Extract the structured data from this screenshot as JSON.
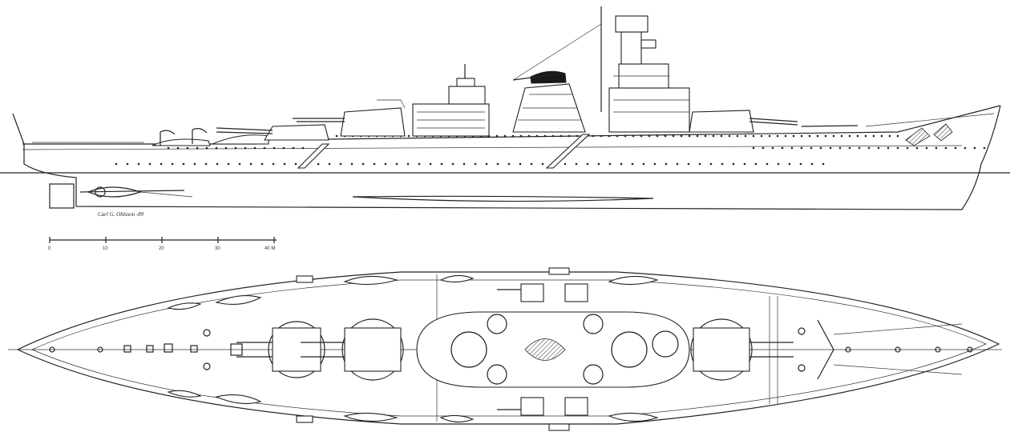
{
  "drawing": {
    "signature": "Carl G. Ohlsson -89"
  },
  "scale_bar": {
    "ticks": [
      "0",
      "10",
      "20",
      "30",
      "40 M"
    ]
  }
}
